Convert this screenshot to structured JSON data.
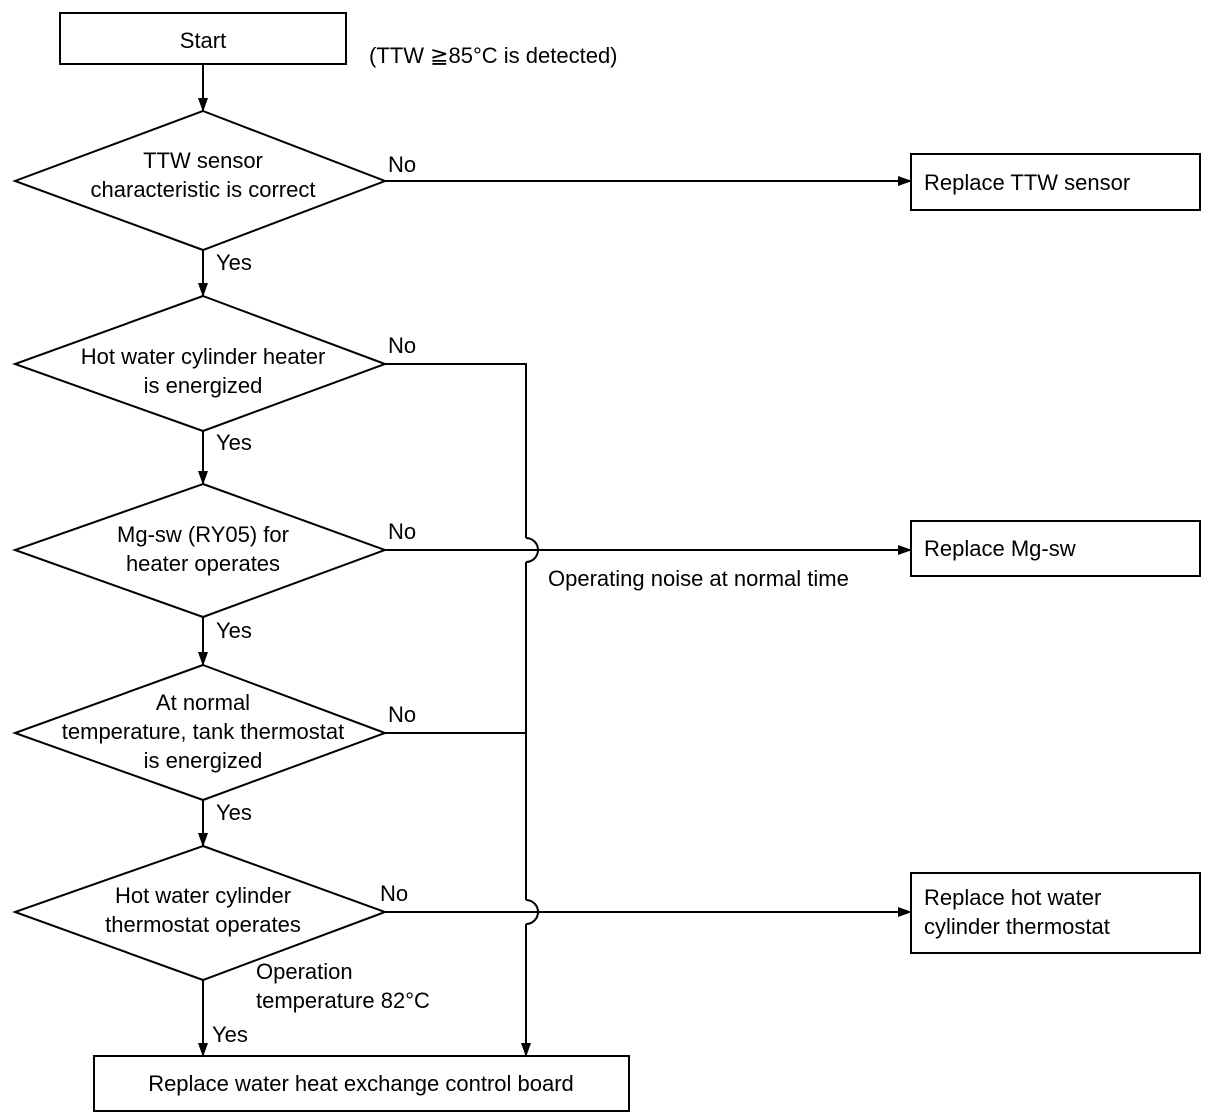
{
  "nodes": {
    "start": {
      "label": "Start"
    },
    "start_note": {
      "label": "(TTW ≧85°C is detected)"
    },
    "d1": {
      "lines": [
        "TTW sensor",
        "characteristic is correct"
      ]
    },
    "d2": {
      "lines": [
        "Hot water cylinder heater",
        "is energized"
      ]
    },
    "d3": {
      "lines": [
        "Mg-sw (RY05) for",
        "heater operates"
      ]
    },
    "d4": {
      "lines": [
        "At normal",
        "temperature, tank thermostat",
        "is energized"
      ]
    },
    "d5": {
      "lines": [
        "Hot water cylinder",
        "thermostat operates"
      ]
    },
    "r1": {
      "lines": [
        "Replace TTW sensor"
      ]
    },
    "r2": {
      "lines": [
        "Replace Mg-sw"
      ]
    },
    "r3": {
      "lines": [
        "Replace hot water",
        "cylinder thermostat"
      ]
    },
    "end": {
      "label": "Replace water heat exchange control board"
    }
  },
  "edge_labels": {
    "d1_yes": "Yes",
    "d1_no": "No",
    "d2_yes": "Yes",
    "d2_no": "No",
    "d3_yes": "Yes",
    "d3_no": "No",
    "d4_yes": "Yes",
    "d4_no": "No",
    "d5_yes": "Yes",
    "d5_no": "No"
  },
  "annotations": {
    "noise": "Operating noise at normal time",
    "operation_temp": [
      "Operation",
      "temperature 82°C"
    ]
  }
}
